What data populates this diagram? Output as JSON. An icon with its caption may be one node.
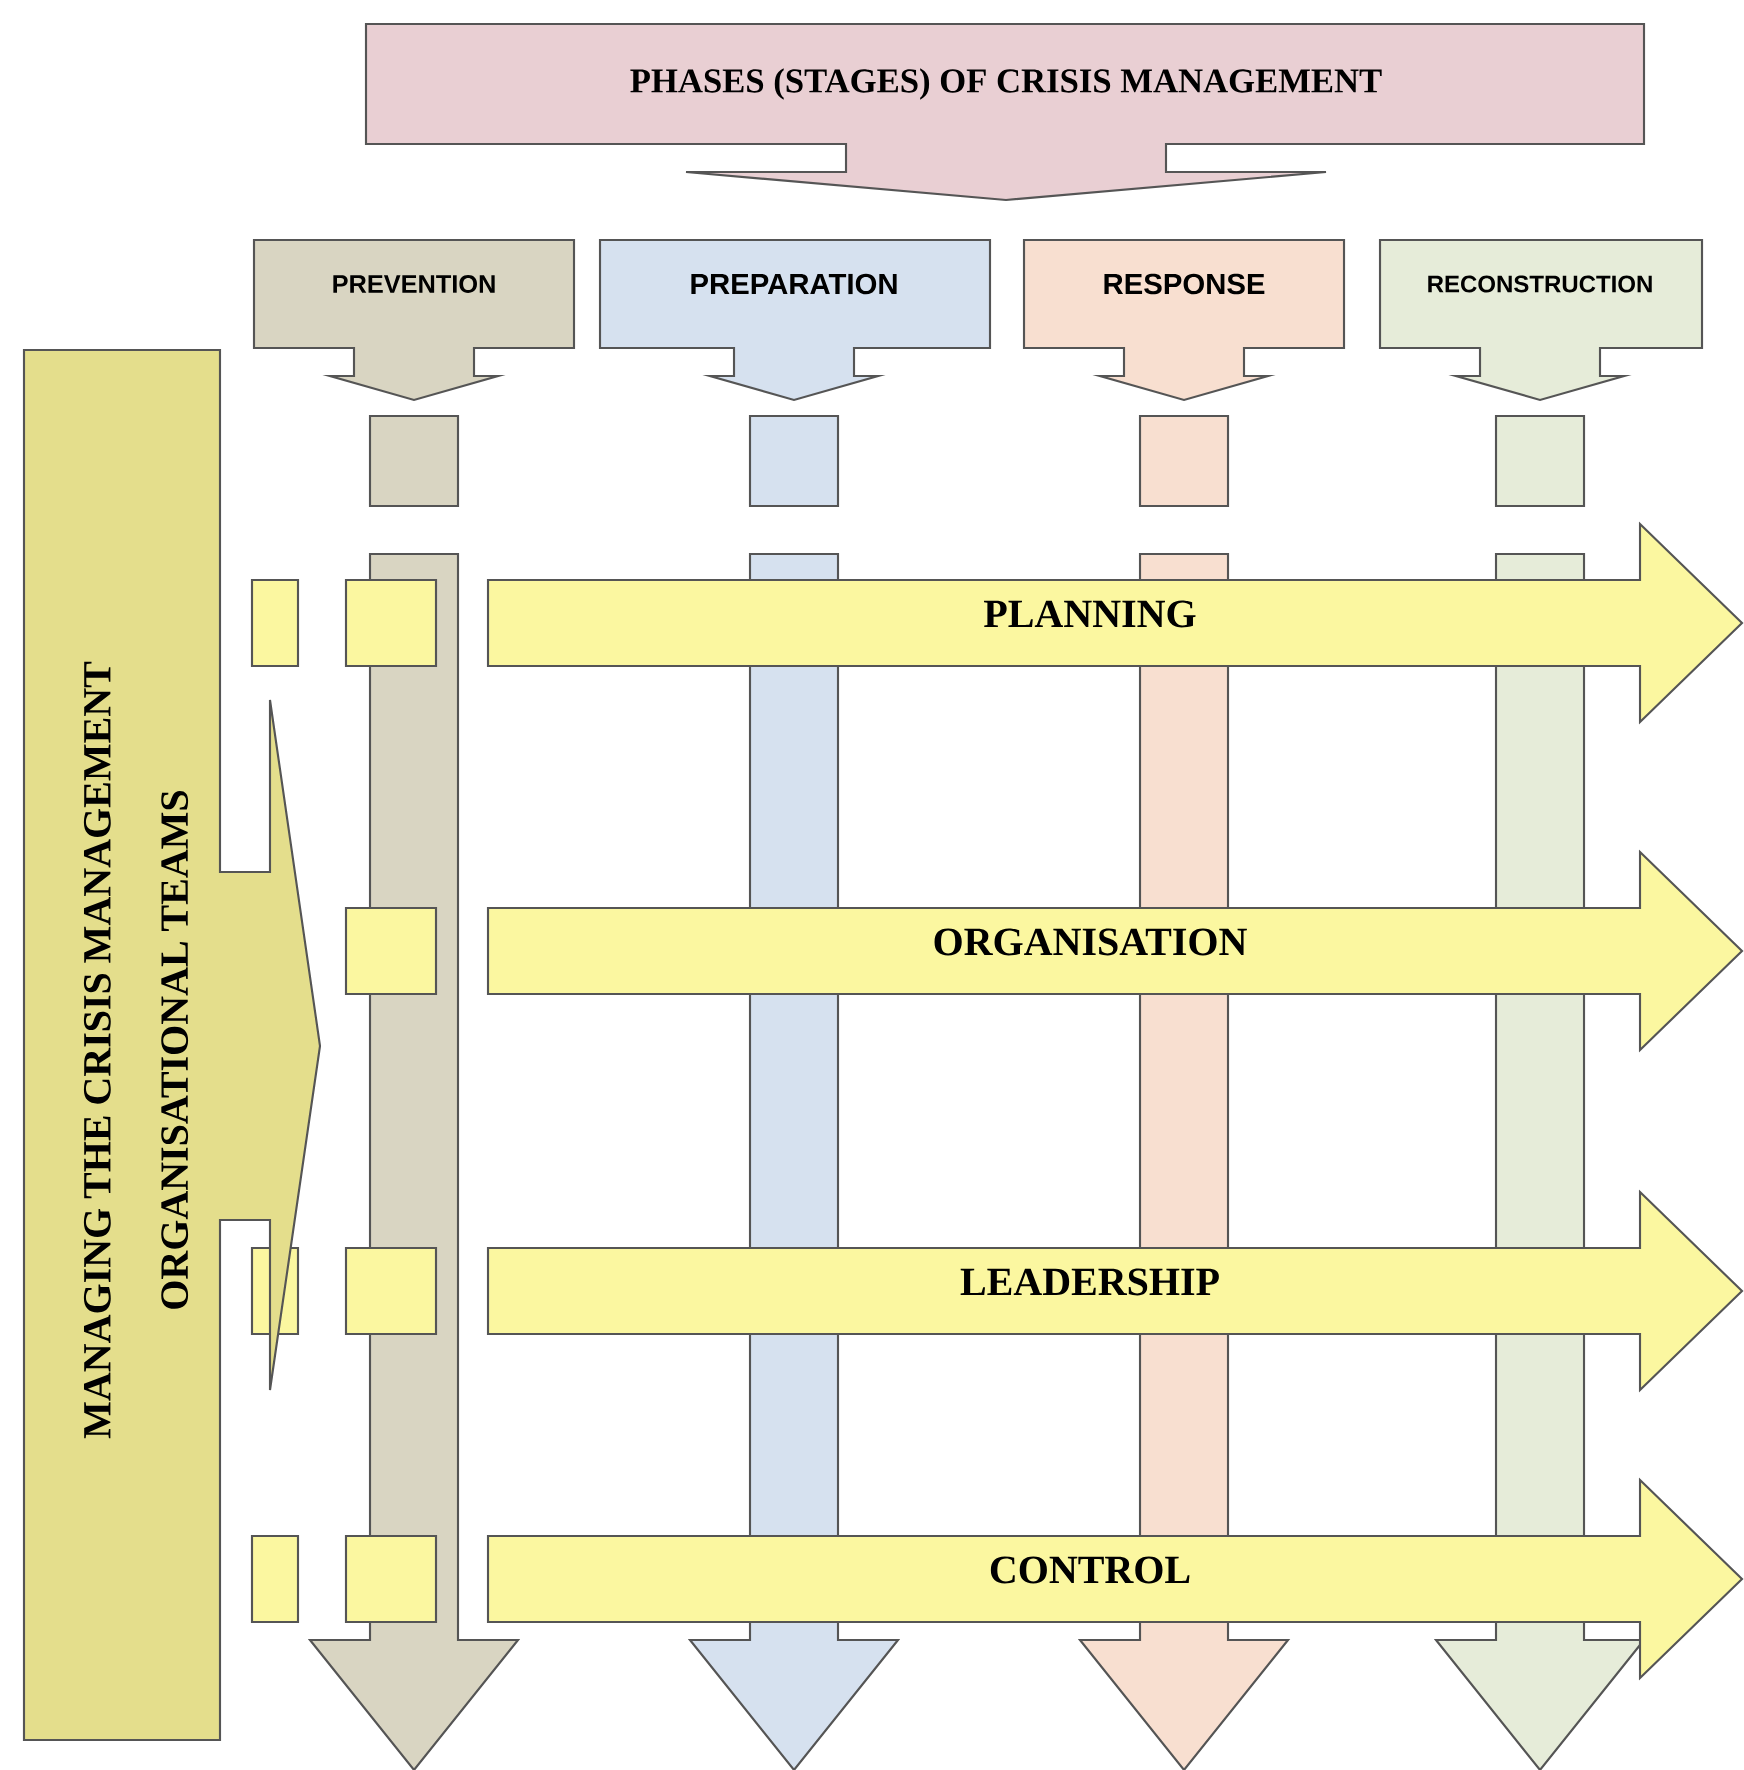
{
  "diagram": {
    "title": "PHASES (STAGES) OF CRISIS MANAGEMENT",
    "nodes": [
      {
        "text": [
          "PREVENTION"
        ]
      },
      {
        "text": [
          "PREPARATION"
        ]
      },
      {
        "text": [
          "RESPONSE"
        ]
      },
      {
        "text": [
          "RECONSTRUCTION"
        ]
      },
      {
        "text": [],
        "shape": "box"
      },
      {
        "text": [],
        "shape": "box"
      },
      {
        "text": [],
        "shape": "box"
      },
      {
        "text": [],
        "shape": "box"
      },
      {
        "text": [],
        "shape": "arrow"
      },
      {
        "text": [],
        "shape": "arrow"
      },
      {
        "text": [],
        "shape": "arrow"
      },
      {
        "text": [],
        "shape": "arrow"
      },
      {
        "text": [
          "MANAGING THE CRISIS MANAGEMENT ORGANISATIONAL TEAMS"
        ]
      },
      {
        "text": [
          "PLANNING"
        ]
      },
      {
        "text": [
          "ORGANISATION"
        ]
      },
      {
        "text": [
          "LEADERSHIP"
        ]
      },
      {
        "text": [
          "CONTROL"
        ]
      }
    ]
  }
}
